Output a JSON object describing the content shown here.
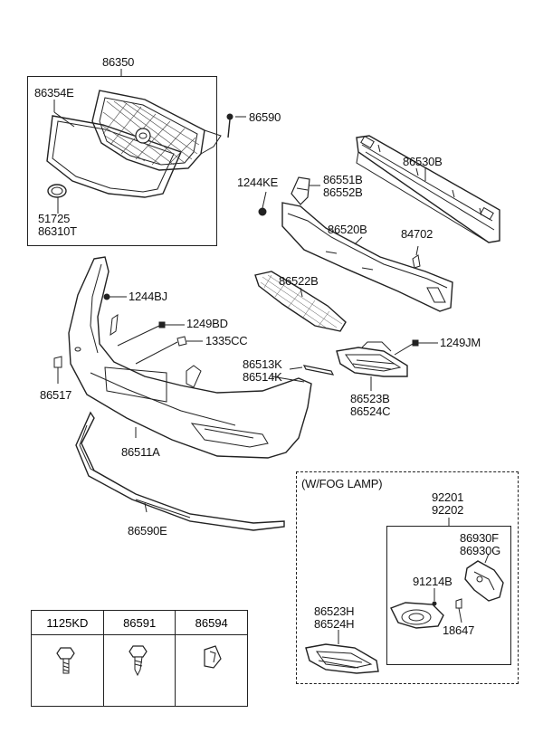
{
  "group_box_label": "86350",
  "fog_lamp_caption": "(W/FOG LAMP)",
  "parts": {
    "p86354E": "86354E",
    "p51725": "51725",
    "p86310T": "86310T",
    "p86590": "86590",
    "p86530B": "86530B",
    "p1244KE": "1244KE",
    "p86551B": "86551B",
    "p86552B": "86552B",
    "p86520B": "86520B",
    "p84702": "84702",
    "p86522B": "86522B",
    "p1244BJ": "1244BJ",
    "p1249BD": "1249BD",
    "p1335CC": "1335CC",
    "p1249JM": "1249JM",
    "p86513K": "86513K",
    "p86514K": "86514K",
    "p86523B": "86523B",
    "p86524C": "86524C",
    "p86517": "86517",
    "p86511A": "86511A",
    "p86590E": "86590E",
    "p92201": "92201",
    "p92202": "92202",
    "p86930F": "86930F",
    "p86930G": "86930G",
    "p91214B": "91214B",
    "p18647": "18647",
    "p86523H": "86523H",
    "p86524H": "86524H"
  },
  "hardware_table": {
    "headers": [
      "1125KD",
      "86591",
      "86594"
    ]
  }
}
